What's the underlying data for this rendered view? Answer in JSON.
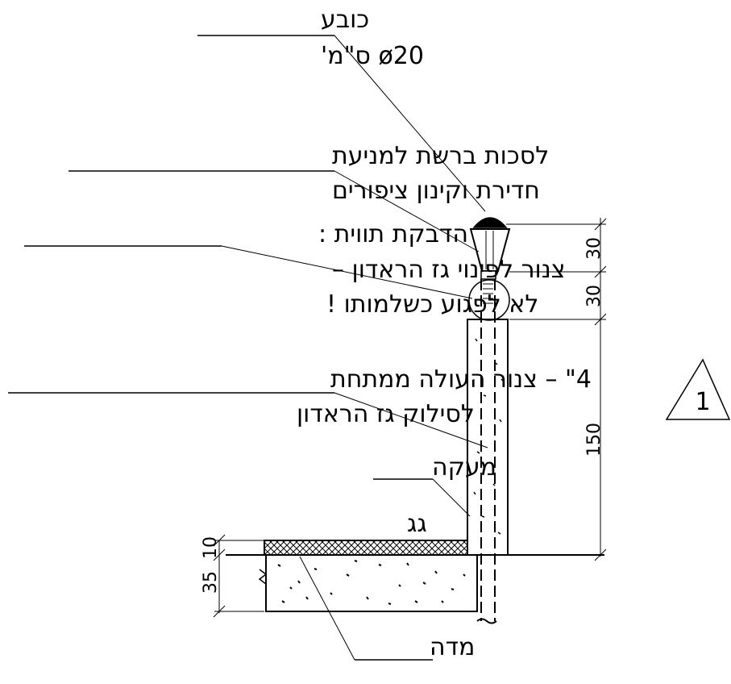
{
  "labels": {
    "cap_line1": "כובע",
    "cap_line2": "ø20 ס\"מ'",
    "net_line1": "לסכות ברשת למניעת",
    "net_line2": "חדירת וקינון ציפורים",
    "tag_line1": "הדבקת תווית :",
    "tag_line2": "צנור לפינוי גז הראדון –",
    "tag_line3": "לא לפגוע כשלמותו !",
    "pipe_line1": "4\" – צנור העולה ממתחת",
    "pipe_line2": "לסילוק גז הראדון",
    "parapet": "מעקה",
    "roof": "גג",
    "slab": "מדה"
  },
  "dimensions": {
    "d1": "30",
    "d2": "30",
    "d3": "150",
    "d4": "10",
    "d5": "35"
  },
  "detail_marker": "1"
}
